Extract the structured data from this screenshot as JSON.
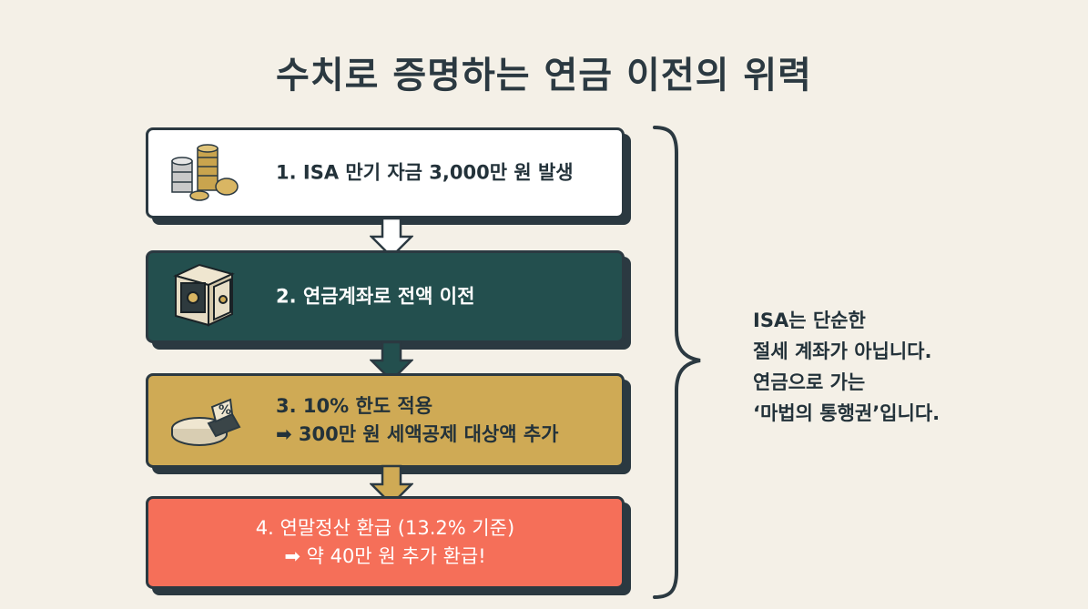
{
  "title": "수치로 증명하는 연금 이전의 위력",
  "steps": [
    {
      "line1": "1. ISA 만기 자금 3,000만 원 발생",
      "icon": "coin-stack-icon",
      "color": "#ffffff"
    },
    {
      "line1": "2. 연금계좌로 전액 이전",
      "icon": "safe-icon",
      "color": "#234f4e"
    },
    {
      "line1": "3. 10% 한도 적용",
      "line2": "➡ 300만 원 세액공제 대상액 추가",
      "icon": "pie-chart-percent-icon",
      "color": "#cfaa55"
    },
    {
      "line1": "4. 연말정산 환급 (13.2% 기준)",
      "line2": "➡ 약 40만 원 추가 환급!",
      "color": "#f56f59"
    }
  ],
  "note": {
    "lines": [
      "ISA는 단순한",
      "절세 계좌가 아닙니다.",
      "연금으로 가는",
      "‘마법의 통행권’입니다."
    ]
  }
}
